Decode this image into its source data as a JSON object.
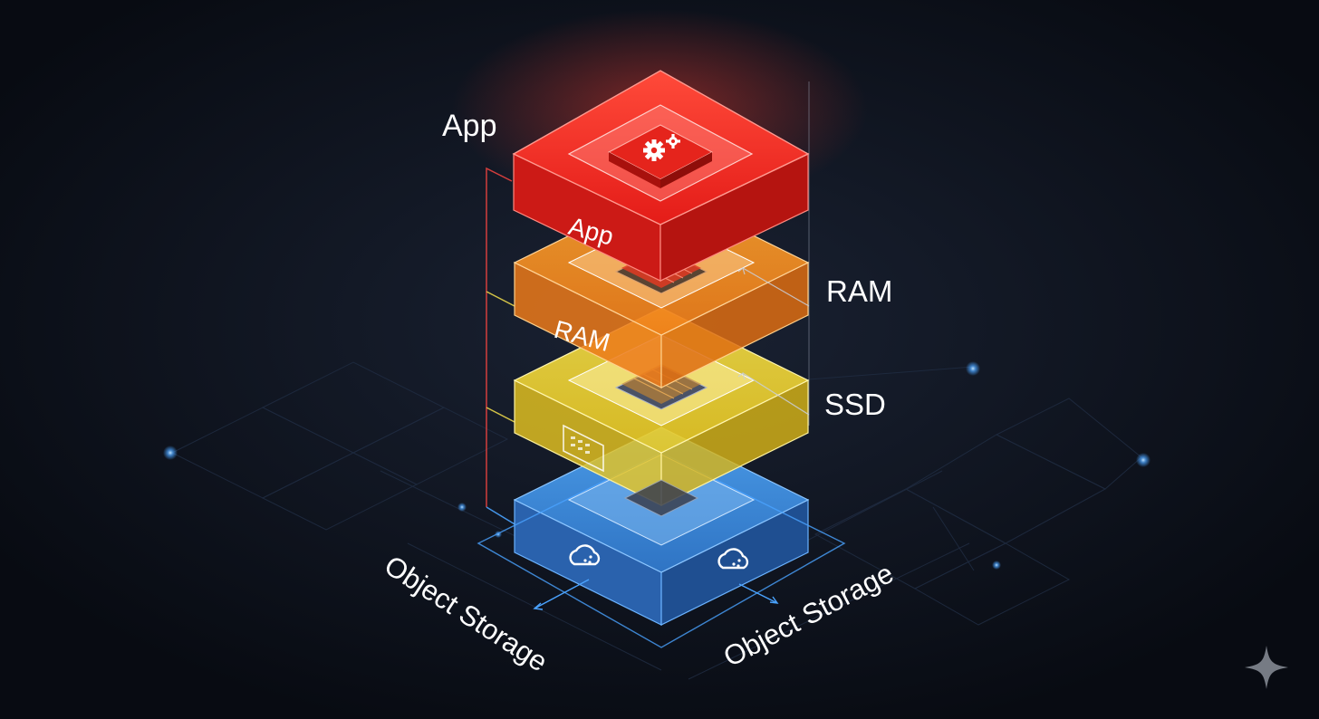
{
  "diagram": {
    "labels": {
      "top_left": "App",
      "top_layer_face": "App",
      "ram_right": "RAM",
      "ram_layer_face": "RAM",
      "ssd_right": "SSD",
      "storage_left": "Object Storage",
      "storage_right": "Object Storage"
    },
    "layers": [
      {
        "name": "App",
        "color": "#e8231f",
        "icon": "gears-icon"
      },
      {
        "name": "RAM",
        "color": "#f08a1c",
        "icon": "memory-chip-icon"
      },
      {
        "name": "SSD",
        "color": "#f2d42a",
        "icon": "ssd-chip-icon"
      },
      {
        "name": "Object Storage",
        "color": "#2d74c4",
        "icon": "cloud-storage-icon"
      }
    ],
    "colors": {
      "background": "#0b0f18",
      "grid": "#1e2a3e",
      "connector_red": "#e8433f",
      "connector_yellow": "#e8d64a",
      "connector_blue": "#4aa3ff"
    }
  }
}
